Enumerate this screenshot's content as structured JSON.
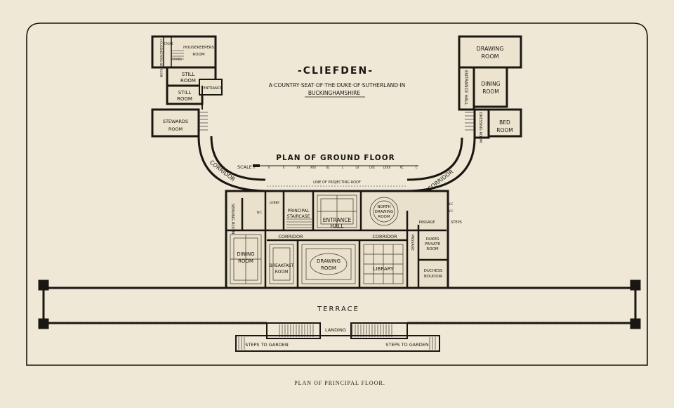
{
  "title": "-CLIEFDEN-",
  "subtitle_line1": "A·COUNTRY·SEAT·OF·THE·DUKE·OF·SUTHERLAND·IN",
  "subtitle_line2": "BUCKINGHAMSHIRE",
  "plan_title": "PLAN OF GROUND FLOOR",
  "scale_label": "SCALE",
  "scale_marks": [
    "X",
    "V",
    "X",
    "XX",
    "XXX",
    "XL",
    "L",
    "LX",
    "LXX",
    "LXXX",
    "XC",
    "C"
  ],
  "roof_note": "LINE OF PROJECTING ROOF",
  "caption": "PLAN OF PRINCIPAL FLOOR.",
  "rooms": {
    "housekeepers_room_1": "HOUSEKEEPERS",
    "housekeepers_room_2": "ROOM",
    "housekeepers_bedroom": "HOUSEKEEPERS BEDROOM",
    "stores": "STORE",
    "stairs": "STAIRS",
    "still_room_a_1": "STILL",
    "still_room_a_2": "ROOM",
    "still_room_b_1": "STILL",
    "still_room_b_2": "ROOM",
    "entrance_west": "ENTRANCE",
    "stewards_room_1": "STEWARDS",
    "stewards_room_2": "ROOM",
    "corridor_west": "CORRIDOR",
    "corridor_east": "CORRIDOR",
    "serving_room": "SERVING ROOM",
    "lobby": "LOBBY",
    "wc_west": "W.C.",
    "principal_staircase_1": "PRINCIPAL",
    "principal_staircase_2": "STAIRCASE",
    "entrance_hall_1": "ENTRANCE",
    "entrance_hall_2": "HALL",
    "north_drawing_room_1": "NORTH",
    "north_drawing_room_2": "DRAWING",
    "north_drawing_room_3": "ROOM",
    "corridor_mid_west": "CORRIDOR",
    "corridor_mid_east": "CORRIDOR",
    "dining_room_1": "DINING",
    "dining_room_2": "ROOM",
    "breakfast_room_1": "BREAKFAST",
    "breakfast_room_2": "ROOM",
    "drawing_room_main_1": "DRAWING",
    "drawing_room_main_2": "ROOM",
    "library": "LIBRARY",
    "passage": "PASSAGE",
    "passage_v": "PASSAGE",
    "steps_east": "STEPS",
    "wc_east_1": "W.C.",
    "wc_east_2": "W.C.",
    "dukes_private_room_1": "DUKES",
    "dukes_private_room_2": "PRIVATE",
    "dukes_private_room_3": "ROOM",
    "duchess_boudoir_1": "DUCHESS",
    "duchess_boudoir_2": "BOUDOIR",
    "drawing_room_east_1": "DRAWING",
    "drawing_room_east_2": "ROOM",
    "entrance_hall_east": "ENTRANCE HALL",
    "dining_room_east_1": "DINING",
    "dining_room_east_2": "ROOM",
    "dressing_room": "DRESSING ROOM",
    "bed_room_1": "BED",
    "bed_room_2": "ROOM",
    "terrace": "TERRACE",
    "landing": "LANDING",
    "steps_to_garden_left": "STEPS TO GARDEN",
    "steps_to_garden_right": "STEPS TO GARDEN"
  }
}
